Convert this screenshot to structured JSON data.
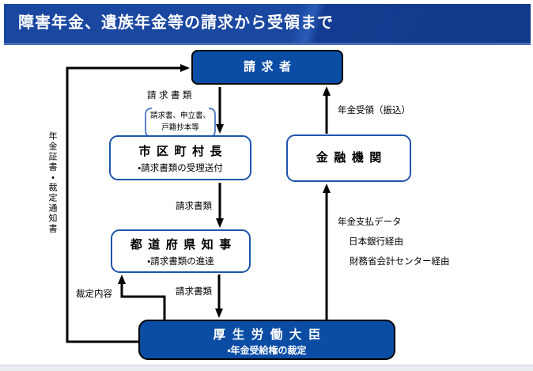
{
  "banner": {
    "title": "障害年金、遺族年金等の請求から受領まで"
  },
  "nodes": {
    "claimant": {
      "label": "請求者"
    },
    "mayor": {
      "label": "市区町村長",
      "note": "・請求書類の受理送付"
    },
    "governor": {
      "label": "都道府県知事",
      "note": "・請求書類の進達"
    },
    "bank": {
      "label": "金融機関"
    },
    "minister": {
      "label": "厚生労働大臣",
      "note": "・年金受給権の裁定"
    }
  },
  "edge_labels": {
    "claim_docs": "請求書類",
    "claim_docs_note": {
      "line1": "請求書、申立書、",
      "line2": "戸籍抄本等"
    },
    "decision": "裁定内容",
    "receive": "年金受領（振込）",
    "pay_data": "年金支払データ",
    "via_boj": "日本銀行経由",
    "via_mof": "財務省会計センター経由",
    "certificate": "年金証書・裁定通知書"
  },
  "flow": [
    {
      "from": "請求者",
      "to": "市区町村長",
      "label": "請求書類（請求書、申立書、戸籍抄本等）"
    },
    {
      "from": "市区町村長",
      "to": "都道府県知事",
      "label": "請求書類"
    },
    {
      "from": "都道府県知事",
      "to": "厚生労働大臣",
      "label": "請求書類"
    },
    {
      "from": "厚生労働大臣",
      "to": "都道府県知事",
      "label": "裁定内容"
    },
    {
      "from": "厚生労働大臣",
      "to": "請求者",
      "label": "年金証書・裁定通知書"
    },
    {
      "from": "厚生労働大臣",
      "to": "金融機関",
      "label": "年金支払データ（日本銀行経由、財務省会計センター経由）"
    },
    {
      "from": "金融機関",
      "to": "請求者",
      "label": "年金受領（振込）"
    }
  ],
  "colors": {
    "banner_blue": "#15409a",
    "node_blue": "#0b4da5",
    "node_border_blue": "#1f55ae",
    "arrow_black": "#000000",
    "bracket_blue": "#4a74c4",
    "footer_gray": "#e9edf2"
  }
}
